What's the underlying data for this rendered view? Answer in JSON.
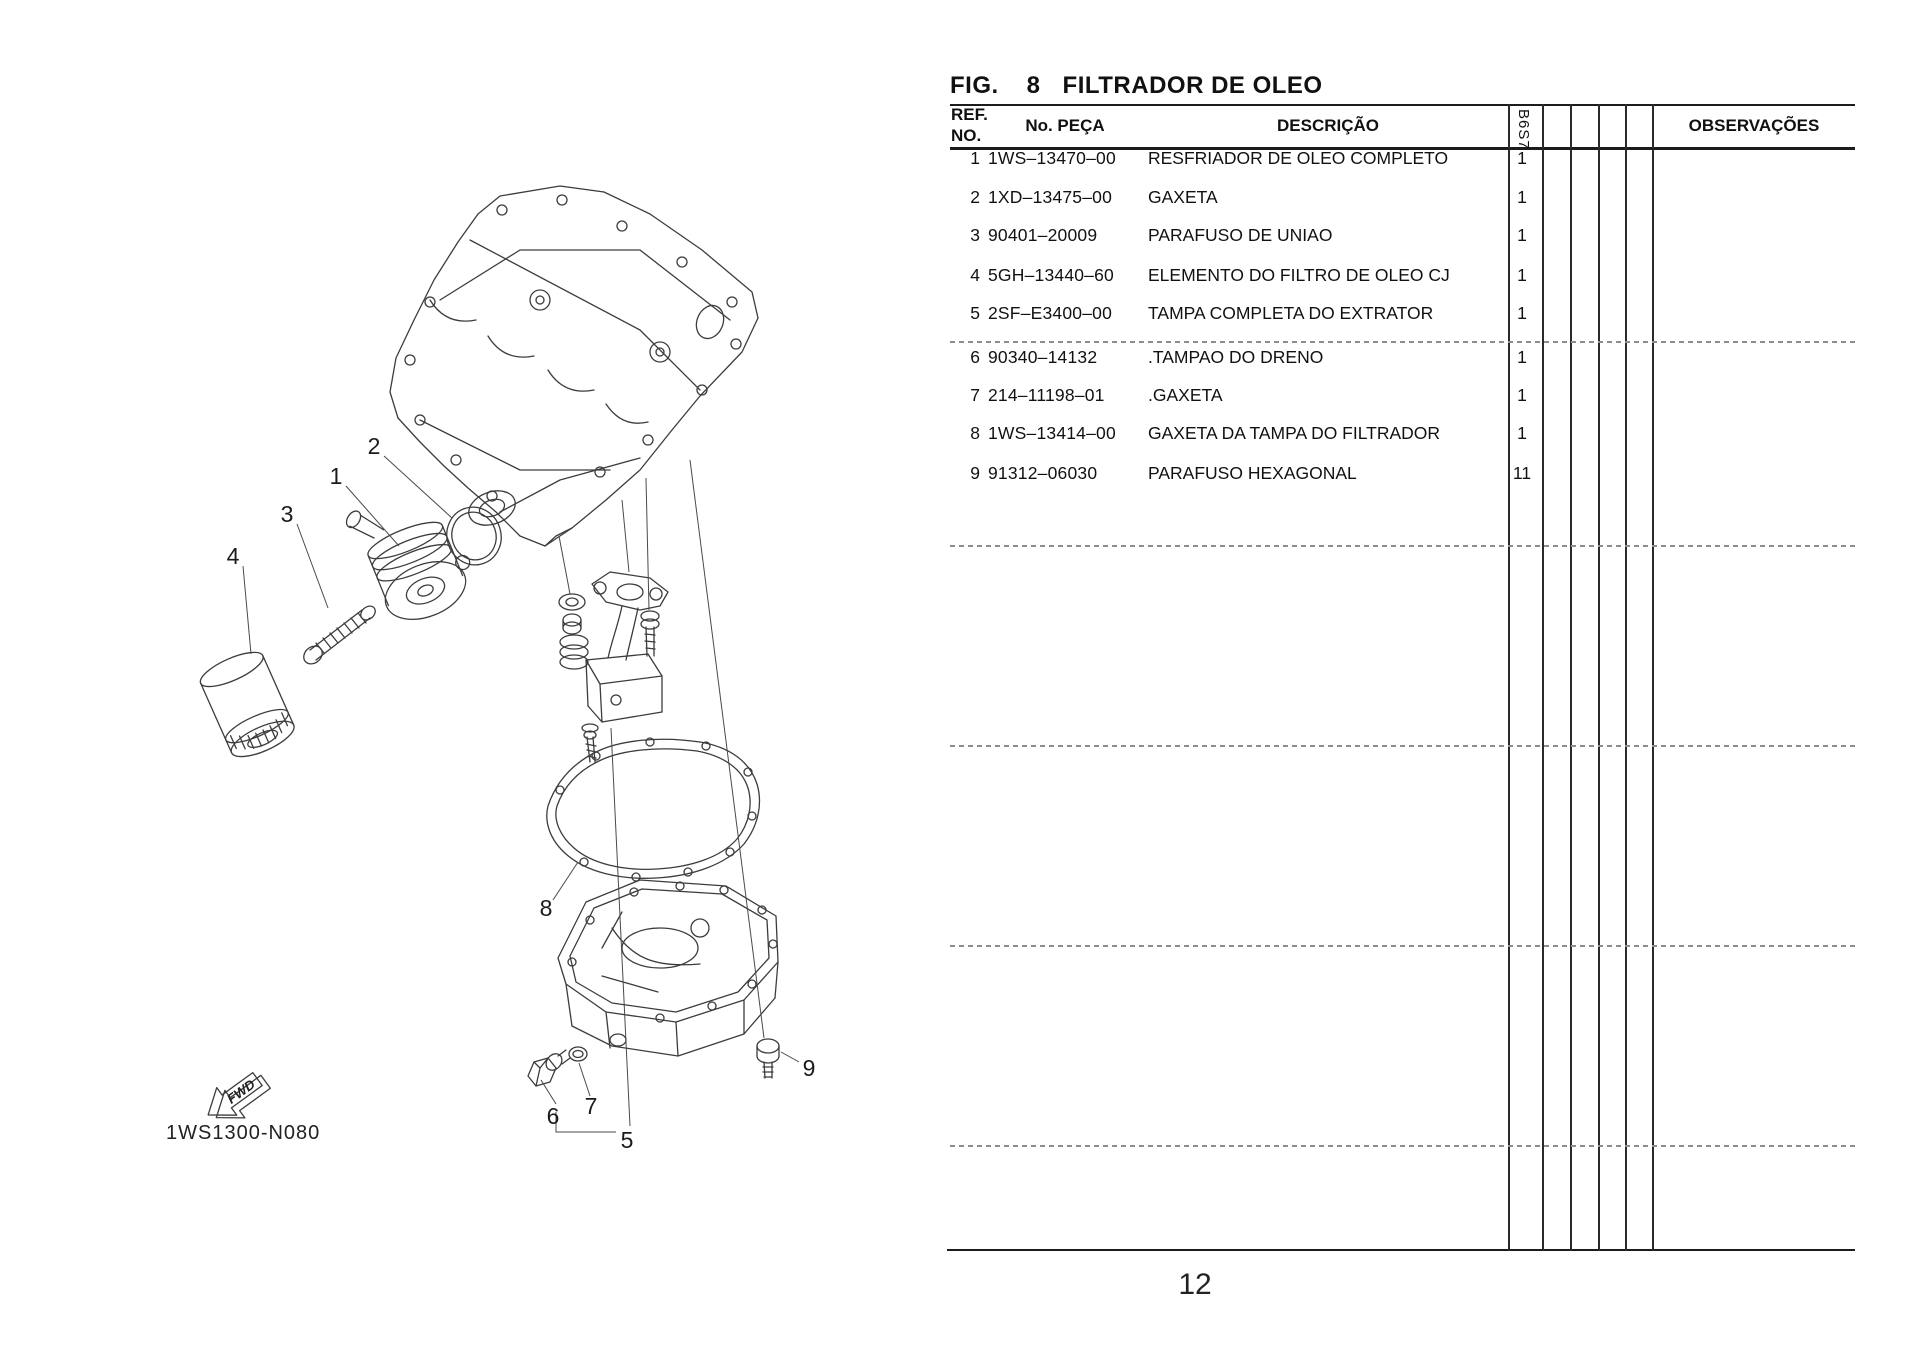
{
  "page": {
    "figure_label": "FIG.",
    "figure_number": "8",
    "figure_title": "FILTRADOR DE OLEO",
    "page_number": "12",
    "diagram_code": "1WS1300-N080",
    "fwd_label": "FWD"
  },
  "table": {
    "headers": {
      "ref_line1": "REF.",
      "ref_line2": "NO.",
      "part_no": "No. PEÇA",
      "description": "DESCRIÇÃO",
      "model_code": "B6S7",
      "observations": "OBSERVAÇÕES"
    },
    "rows": [
      {
        "ref": "1",
        "part_no": "1WS–13470–00",
        "description": "RESFRIADOR DE OLEO COMPLETO",
        "qty": "1"
      },
      {
        "ref": "2",
        "part_no": "1XD–13475–00",
        "description": "GAXETA",
        "qty": "1"
      },
      {
        "ref": "3",
        "part_no": "90401–20009",
        "description": "PARAFUSO DE UNIAO",
        "qty": "1"
      },
      {
        "ref": "4",
        "part_no": "5GH–13440–60",
        "description": "ELEMENTO DO FILTRO DE OLEO CJ",
        "qty": "1"
      },
      {
        "ref": "5",
        "part_no": "2SF–E3400–00",
        "description": "TAMPA COMPLETA DO EXTRATOR",
        "qty": "1"
      },
      {
        "ref": "6",
        "part_no": "90340–14132",
        "description": ".TAMPAO DO DRENO",
        "qty": "1"
      },
      {
        "ref": "7",
        "part_no": "214–11198–01",
        "description": ".GAXETA",
        "qty": "1"
      },
      {
        "ref": "8",
        "part_no": "1WS–13414–00",
        "description": "GAXETA DA TAMPA DO FILTRADOR",
        "qty": "1"
      },
      {
        "ref": "9",
        "part_no": "91312–06030",
        "description": "PARAFUSO HEXAGONAL",
        "qty": "11"
      }
    ]
  },
  "diagram": {
    "callouts": [
      {
        "label": "1"
      },
      {
        "label": "2"
      },
      {
        "label": "3"
      },
      {
        "label": "4"
      },
      {
        "label": "5"
      },
      {
        "label": "6"
      },
      {
        "label": "7"
      },
      {
        "label": "8"
      },
      {
        "label": "9"
      }
    ]
  }
}
